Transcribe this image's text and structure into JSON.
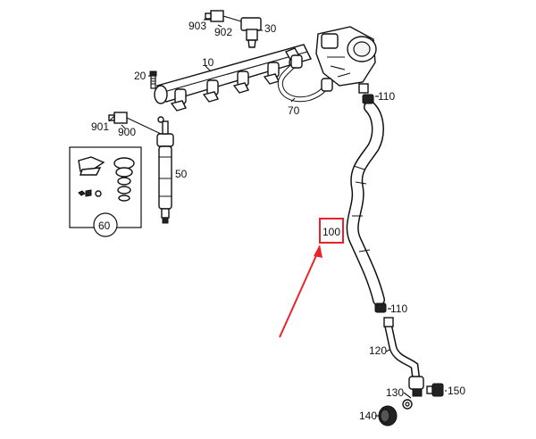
{
  "part_labels": {
    "p903": "903",
    "p902": "902",
    "p30": "30",
    "p20": "20",
    "p10": "10",
    "p70": "70",
    "p110a": "110",
    "p901": "901",
    "p900": "900",
    "p50": "50",
    "p60": "60",
    "p100": "100",
    "p110b": "110",
    "p120": "120",
    "p130": "130",
    "p150": "150",
    "p140": "140"
  },
  "highlight_color": "#e8242a",
  "ink_color": "#111111"
}
